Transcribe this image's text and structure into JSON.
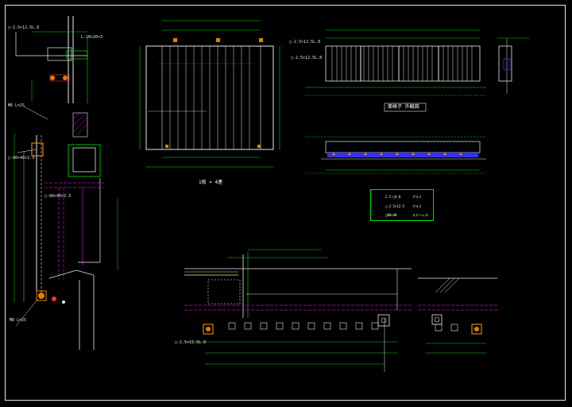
{
  "drawing": {
    "background": "#000000",
    "colors": {
      "frame": "#e8e8e8",
      "dimension": "#00e000",
      "outline": "#e8e8e8",
      "hidden": "#d000d0",
      "fastener": "#e08000",
      "highlight": "#ffff00",
      "accent": "#ff3030",
      "fill_blue": "#3030ff"
    }
  },
  "titles": {
    "elevation_count": "1枚 × 4連",
    "front_view_label": "面格子 外観図"
  },
  "callouts": {
    "side_section": [
      "□-2.5×12.5L.8",
      "L-20×20×3",
      "M6 L=25",
      "□-80×40×2.3",
      "□-80×40×2.3",
      "M8 L=25",
      "□-2.5×12.5L.8"
    ],
    "front_view": "□-2.5×12.5L.8",
    "plan": "□-2.5×12.5L.8"
  },
  "legend_table": {
    "rows": [
      [
        "",
        "2.5-□4.0",
        "アルミ"
      ],
      [
        "",
        "□-2.5×12.5",
        "アルミ"
      ],
      [
        "",
        "□80×40",
        "ステンレス"
      ]
    ]
  }
}
